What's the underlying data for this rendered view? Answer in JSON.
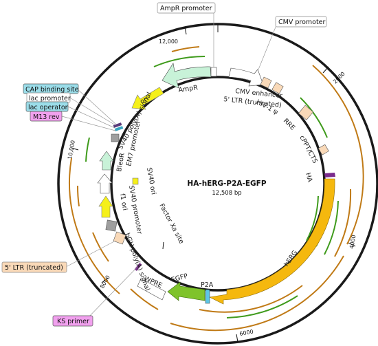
{
  "plasmid": {
    "name": "HA-hERG-P2A-EGFP",
    "size": "12,508 bp"
  },
  "ticks": [
    "12,000",
    "2000",
    "4000",
    "6000",
    "8000",
    "10,000"
  ],
  "callouts": {
    "ampr_promoter": "AmpR promoter",
    "cmv_promoter": "CMV promoter",
    "cap_binding_site": "CAP binding site",
    "lac_promoter": "lac promoter",
    "lac_operator": "lac operator",
    "m13_rev": "M13 rev",
    "ltr_truncated": "5' LTR (truncated)",
    "ks_primer": "KS primer"
  },
  "features": {
    "ampr": "AmpR",
    "cmv_enhancer": "CMV enhancer",
    "ltr5_trunc": "5' LTR (truncated)",
    "hiv_psi": "HIV-1 ψ",
    "rre": "RRE",
    "cppt": "cPPT/CTS",
    "ha": "HA",
    "herg": "hERG",
    "p2a": "P2A",
    "egfp": "EGFP",
    "wpre": "WPRE",
    "bgh": "bGH poly(A) signal",
    "f1ori": "f1 ori",
    "sv40promoter": "SV40 promoter",
    "sv40ori": "SV40 ori",
    "bleor": "BleoR",
    "em7": "EM7 promoter",
    "sv40polya": "SV40 poly(A) signal",
    "ori": "ori",
    "factorxa": "Factor Xa site"
  },
  "colors": {
    "backbone": "#1a1a1a",
    "ampr": "#c8f2d8",
    "ori": "#f5f01a",
    "herg": "#f5b80e",
    "egfp": "#7fc32b",
    "p2a": "#5cc6e6",
    "ha": "#7a2a8c",
    "ltr_box": "#f9d9b8",
    "grey_box": "#9e9e9e",
    "orange_arc": "#c07a16",
    "green_arc": "#3f9b1c",
    "cyan_callout": "#9bdde9",
    "magenta_callout": "#f1a0ee"
  }
}
